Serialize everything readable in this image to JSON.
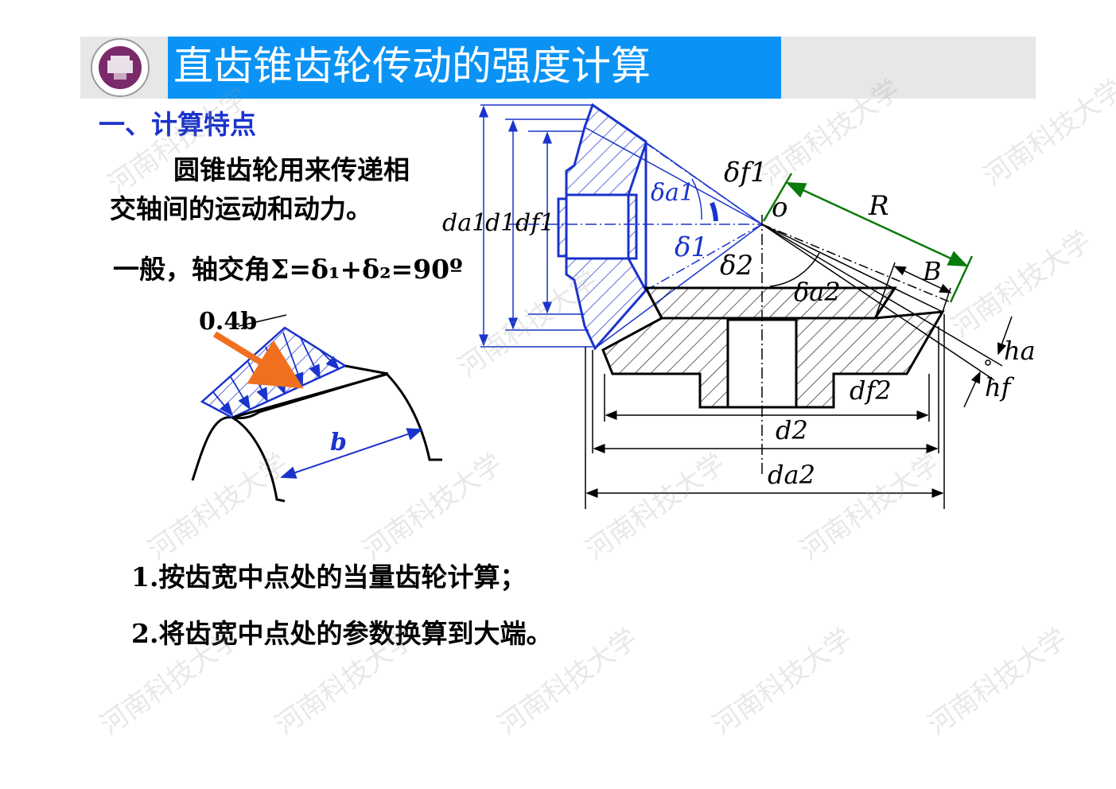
{
  "header": {
    "title": "直齿锥齿轮传动的强度计算",
    "logo_icon": "university-seal-icon",
    "colors": {
      "title_bg": "#0a93f5",
      "bar_bg": "#e7e7e7",
      "heading": "#1a33cc"
    }
  },
  "section": {
    "heading": "一、计算特点",
    "line1": "圆锥齿轮用来传递相",
    "line2": "交轴间的运动和动力。",
    "line3": "一般，轴交角Σ=δ₁+δ₂=90º"
  },
  "tooth_figure": {
    "label_04b": "0.4b",
    "label_b": "b"
  },
  "gear_figure": {
    "labels": {
      "delta_f1": "δf1",
      "delta_a1": "δa1",
      "o": "o",
      "R": "R",
      "delta1": "δ1",
      "delta2": "δ2",
      "delta_a2": "δa2",
      "B": "B",
      "ha": "ha",
      "hf": "hf",
      "df2": "df2",
      "d2": "d2",
      "da2": "da2",
      "da1": "da1",
      "d1": "d1",
      "df1": "df1"
    }
  },
  "items": [
    "1.按齿宽中点处的当量齿轮计算；",
    "2.将齿宽中点处的参数换算到大端。"
  ],
  "watermark": "河南科技大学"
}
